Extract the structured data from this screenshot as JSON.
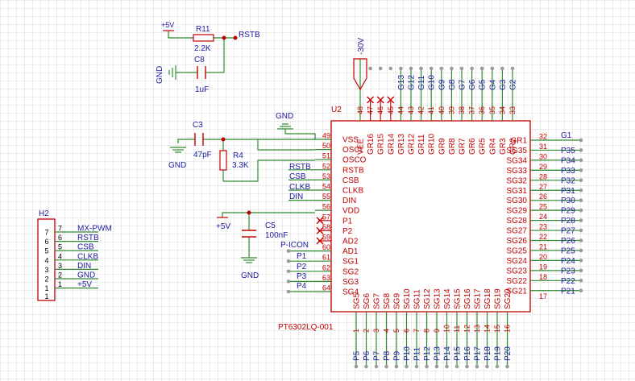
{
  "colors": {
    "background": "#ffffff",
    "grid": "#d8d8d8",
    "wire": "#2e8b2e",
    "component": "#c00000",
    "net_label": "#1a1aa0",
    "designator": "#1a1aa0",
    "pin_number": "#c00000",
    "junction": "#c00000",
    "pin_end": "#9a9a9a",
    "no_connect": "#d00000"
  },
  "net_labels": {
    "plus5v_top": "+5V",
    "rstb_top": "RSTB",
    "gnd_left": "GND",
    "gnd_osc": "GND",
    "gnd_top": "GND",
    "gnd_c5": "GND",
    "plus5v_mid": "+5V",
    "minus30v": "-30V",
    "p_icon": "P-ICON",
    "p1": "P1",
    "p2": "P2",
    "p3": "P3",
    "p4": "P4",
    "rstb_ic": "RSTB",
    "csb_ic": "CSB",
    "clkb_ic": "CLKB",
    "din_ic": "DIN"
  },
  "components": {
    "r11": {
      "ref": "R11",
      "value": "2.2K"
    },
    "c8": {
      "ref": "C8",
      "value": "1uF"
    },
    "c3": {
      "ref": "C3",
      "value": "47pF"
    },
    "r4": {
      "ref": "R4",
      "value": "3.3K"
    },
    "c5": {
      "ref": "C5",
      "value": "100nF"
    }
  },
  "header_h2": {
    "ref": "H2",
    "pins": [
      {
        "num": "7",
        "net": "MX-PWM"
      },
      {
        "num": "6",
        "net": "RSTB"
      },
      {
        "num": "5",
        "net": "CSB"
      },
      {
        "num": "4",
        "net": "CLKB"
      },
      {
        "num": "3",
        "net": "DIN"
      },
      {
        "num": "2",
        "net": "GND"
      },
      {
        "num": "1",
        "net": "+5V"
      }
    ],
    "bottom_num": "1"
  },
  "ic_u2": {
    "ref": "U2",
    "part": "PT6302LQ-001",
    "left_pins": [
      {
        "num": "49",
        "name": "VSS"
      },
      {
        "num": "50",
        "name": "OSCI"
      },
      {
        "num": "51",
        "name": "OSCO"
      },
      {
        "num": "52",
        "name": "RSTB"
      },
      {
        "num": "53",
        "name": "CSB"
      },
      {
        "num": "54",
        "name": "CLKB"
      },
      {
        "num": "55",
        "name": "DIN"
      },
      {
        "num": "56",
        "name": "VDD"
      },
      {
        "num": "57",
        "name": "P1"
      },
      {
        "num": "58",
        "name": "P2"
      },
      {
        "num": "59",
        "name": "AD2"
      },
      {
        "num": "60",
        "name": "AD1"
      },
      {
        "num": "61",
        "name": "SG1"
      },
      {
        "num": "62",
        "name": "SG2"
      },
      {
        "num": "63",
        "name": "SG3"
      },
      {
        "num": "64",
        "name": "SG4"
      }
    ],
    "top_pins": [
      {
        "num": "48",
        "name": "VEE",
        "net": ""
      },
      {
        "num": "47",
        "name": "GR16",
        "net": ""
      },
      {
        "num": "46",
        "name": "GR15",
        "net": ""
      },
      {
        "num": "45",
        "name": "GR14",
        "net": ""
      },
      {
        "num": "44",
        "name": "GR13",
        "net": "G13"
      },
      {
        "num": "43",
        "name": "GR12",
        "net": "G12"
      },
      {
        "num": "42",
        "name": "GR11",
        "net": "G11"
      },
      {
        "num": "41",
        "name": "GR10",
        "net": "G10"
      },
      {
        "num": "40",
        "name": "GR9",
        "net": "G9"
      },
      {
        "num": "39",
        "name": "GR8",
        "net": "G8"
      },
      {
        "num": "38",
        "name": "GR7",
        "net": "G7"
      },
      {
        "num": "37",
        "name": "GR6",
        "net": "G6"
      },
      {
        "num": "36",
        "name": "GR5",
        "net": "G5"
      },
      {
        "num": "35",
        "name": "GR4",
        "net": "G4"
      },
      {
        "num": "34",
        "name": "GR3",
        "net": "G3"
      },
      {
        "num": "33",
        "name": "GR2",
        "net": "G2"
      }
    ],
    "right_pins": [
      {
        "num": "32",
        "name": "GR1",
        "net": "G1"
      },
      {
        "num": "31",
        "name": "SG35",
        "net": "P35"
      },
      {
        "num": "30",
        "name": "SG34",
        "net": "P34"
      },
      {
        "num": "29",
        "name": "SG33",
        "net": "P33"
      },
      {
        "num": "28",
        "name": "SG32",
        "net": "P32"
      },
      {
        "num": "27",
        "name": "SG31",
        "net": "P31"
      },
      {
        "num": "26",
        "name": "SG30",
        "net": "P30"
      },
      {
        "num": "25",
        "name": "SG29",
        "net": "P29"
      },
      {
        "num": "24",
        "name": "SG28",
        "net": "P28"
      },
      {
        "num": "23",
        "name": "SG27",
        "net": "P27"
      },
      {
        "num": "22",
        "name": "SG26",
        "net": "P26"
      },
      {
        "num": "21",
        "name": "SG25",
        "net": "P25"
      },
      {
        "num": "20",
        "name": "SG24",
        "net": "P24"
      },
      {
        "num": "19",
        "name": "SG23",
        "net": "P23"
      },
      {
        "num": "18",
        "name": "SG22",
        "net": "P22"
      },
      {
        "num": "17",
        "name": "SG21",
        "net": "P21"
      }
    ],
    "bottom_pins": [
      {
        "num": "1",
        "name": "SG5",
        "net": "P5"
      },
      {
        "num": "2",
        "name": "SG6",
        "net": "P6"
      },
      {
        "num": "3",
        "name": "SG7",
        "net": "P7"
      },
      {
        "num": "4",
        "name": "SG8",
        "net": "P8"
      },
      {
        "num": "5",
        "name": "SG9",
        "net": "P9"
      },
      {
        "num": "6",
        "name": "SG10",
        "net": "P10"
      },
      {
        "num": "7",
        "name": "SG11",
        "net": "P11"
      },
      {
        "num": "8",
        "name": "SG12",
        "net": "P12"
      },
      {
        "num": "9",
        "name": "SG13",
        "net": "P13"
      },
      {
        "num": "10",
        "name": "SG14",
        "net": "P14"
      },
      {
        "num": "11",
        "name": "SG15",
        "net": "P15"
      },
      {
        "num": "12",
        "name": "SG16",
        "net": "P16"
      },
      {
        "num": "13",
        "name": "SG17",
        "net": "P17"
      },
      {
        "num": "14",
        "name": "SG18",
        "net": "P18"
      },
      {
        "num": "15",
        "name": "SG19",
        "net": "P19"
      },
      {
        "num": "16",
        "name": "SG20",
        "net": "P20"
      }
    ]
  }
}
